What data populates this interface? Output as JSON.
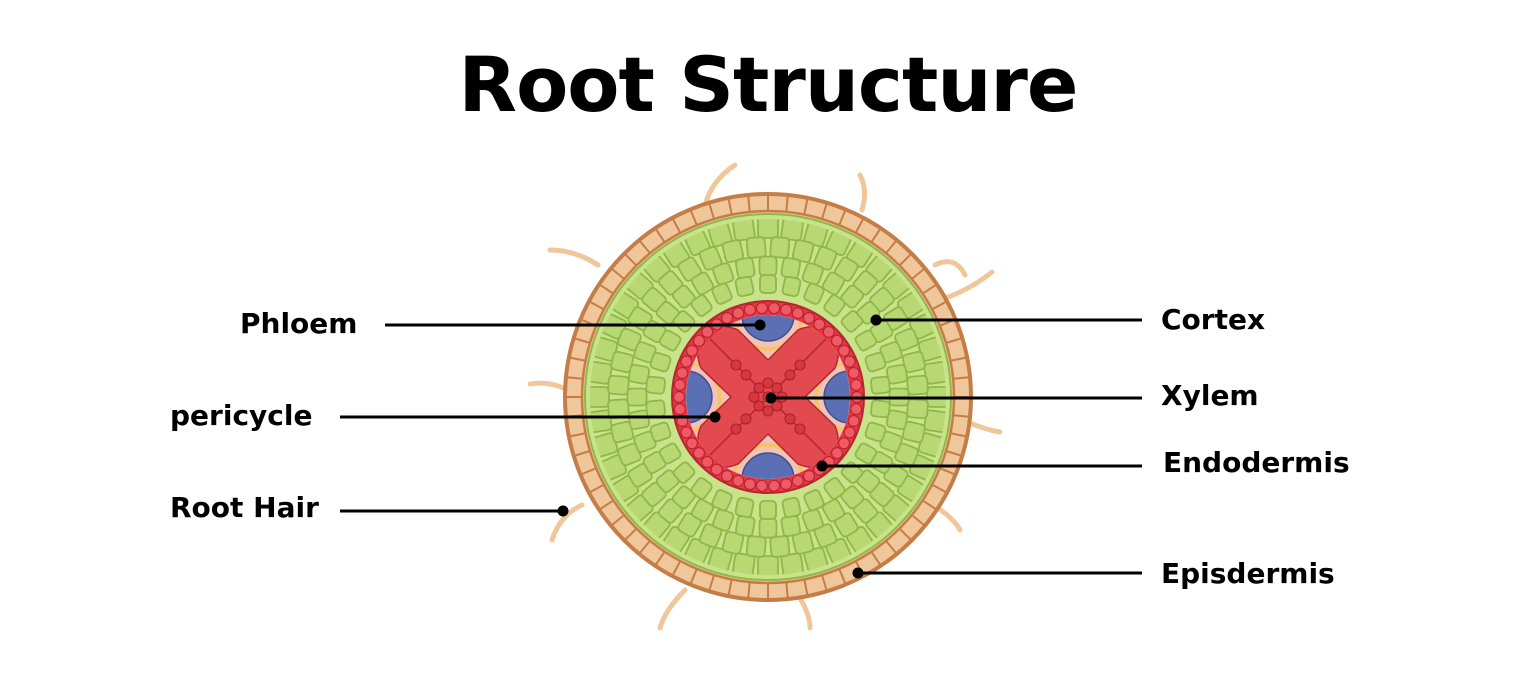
{
  "title": "Root Structure",
  "labels": {
    "phloem": "Phloem",
    "pericycle": "pericycle",
    "root_hair": "Root Hair",
    "cortex": "Cortex",
    "xylem": "Xylem",
    "endodermis": "Endodermis",
    "epidermis": "Episdermis"
  },
  "colors": {
    "epidermis": "#f0c79a",
    "epidermis_outline": "#c57d47",
    "cortex_light": "#c9e38a",
    "cortex_cell": "#b5d56a",
    "cortex_line": "#8fb74a",
    "endodermis_ring": "#e63946",
    "xylem": "#e24a4f",
    "phloem": "#5b6fb5",
    "phloem_ring_pink": "#f4c3b5",
    "phloem_ring_yellow": "#f5c46a",
    "root_hair": "#f0c79a",
    "leader_line": "#000000"
  }
}
